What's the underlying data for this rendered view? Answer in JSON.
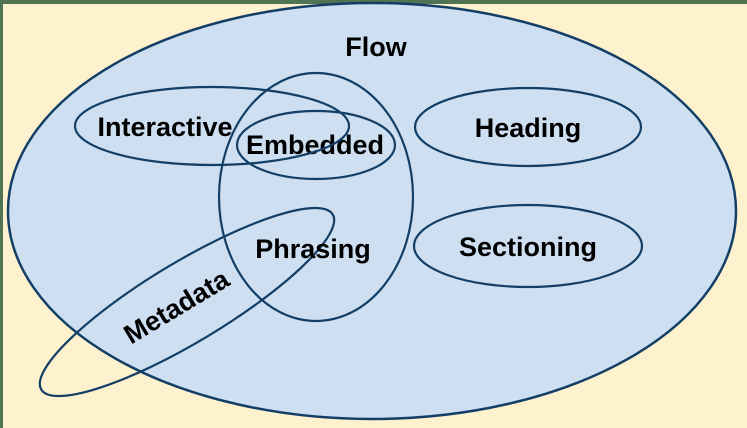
{
  "diagram": {
    "name": "html-content-categories-venn",
    "colors": {
      "page_bg": "#FDF1CE",
      "border_green": "#507352",
      "venn_fill": "#CEDFF2",
      "venn_stroke": "#133E66",
      "label_color": "#000000"
    },
    "sets": {
      "flow": {
        "label": "Flow"
      },
      "interactive": {
        "label": "Interactive"
      },
      "embedded": {
        "label": "Embedded"
      },
      "heading": {
        "label": "Heading"
      },
      "phrasing": {
        "label": "Phrasing"
      },
      "sectioning": {
        "label": "Sectioning"
      },
      "metadata": {
        "label": "Metadata"
      }
    }
  }
}
